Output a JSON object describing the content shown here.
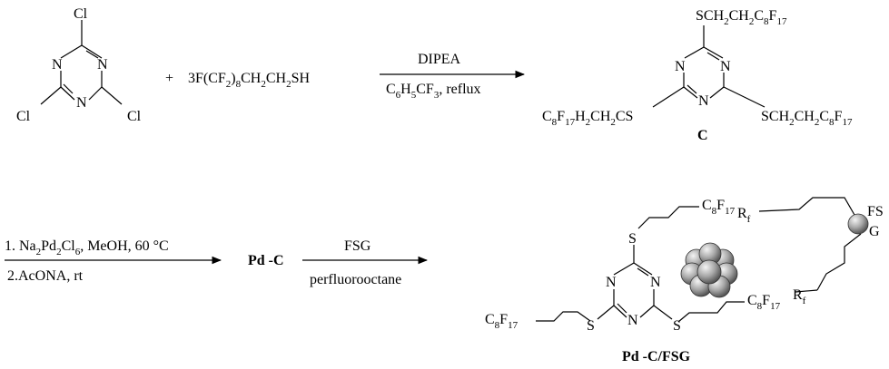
{
  "colors": {
    "ink": "#000000",
    "sphere_light": "#f2f2f2",
    "sphere_dark": "#5a5a5a"
  },
  "atoms": {
    "cl": "Cl",
    "n": "N",
    "s": "S",
    "rf": "R",
    "rf_sub": "f",
    "fsg1": "FS",
    "fsg2": "G"
  },
  "plus": "+",
  "reagent": {
    "a": "3F(CF",
    "a_sub": "2",
    "b": ")",
    "b_sub": "8",
    "c": "CH",
    "c_sub": "2",
    "d": "CH",
    "d_sub": "2",
    "e": "SH"
  },
  "step1": {
    "above": "DIPEA",
    "below": {
      "a": "C",
      "a_sub": "6",
      "b": "H",
      "b_sub": "5",
      "c": "CF",
      "c_sub": "3",
      "d": ", reflux"
    }
  },
  "chains": {
    "top": {
      "a": "SCH",
      "a_sub": "2",
      "b": "CH",
      "b_sub": "2",
      "c": "C",
      "c_sub": "8",
      "d": "F",
      "d_sub": "17"
    },
    "right": {
      "a": "SCH",
      "a_sub": "2",
      "b": "CH",
      "b_sub": "2",
      "c": "C",
      "c_sub": "8",
      "d": "F",
      "d_sub": "17"
    },
    "left": {
      "a": "C",
      "a_sub": "8",
      "b": "F",
      "b_sub": "17",
      "c": "H",
      "c_sub": "2",
      "d": "CH",
      "d_sub": "2",
      "e": "CS"
    },
    "c8f17": {
      "a": "C",
      "a_sub": "8",
      "b": "F",
      "b_sub": "17"
    }
  },
  "compound_c": "C",
  "step2": {
    "line1": {
      "a": "1. Na",
      "a_sub": "2",
      "b": "Pd",
      "b_sub": "2",
      "c": "Cl",
      "c_sub": "6",
      "d": ", MeOH, 60 °C"
    },
    "line2": "2.AcONA, rt"
  },
  "pd_c": "Pd -C",
  "step3": {
    "above": "FSG",
    "below": "perfluorooctane"
  },
  "product": "Pd -C/FSG"
}
